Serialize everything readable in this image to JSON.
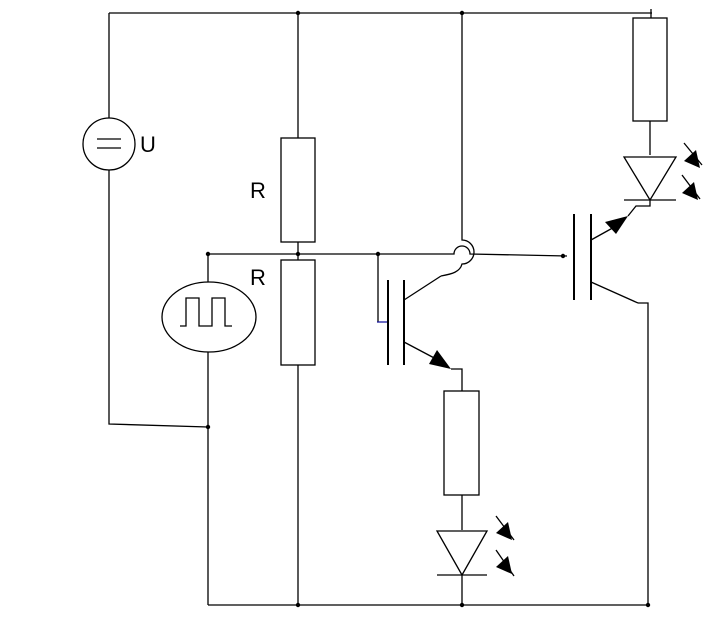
{
  "labels": {
    "source": "U",
    "r_top": "R",
    "r_bottom": "R"
  },
  "colors": {
    "line": "#000000",
    "background": "#ffffff",
    "stray_mark": "#1a1aa0"
  },
  "icons": {
    "dc_source": "double-bar-symbol",
    "pulse_generator": "square-wave-symbol",
    "led": "diode-with-light-arrows"
  }
}
